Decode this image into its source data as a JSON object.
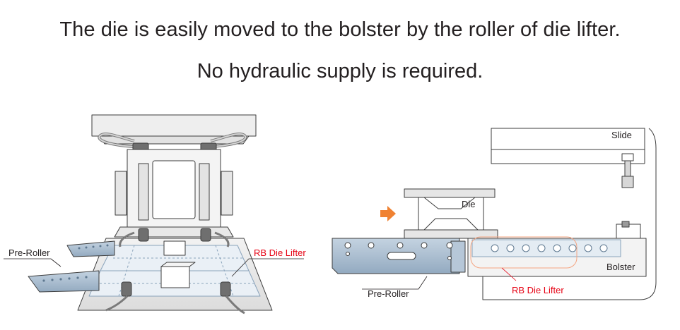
{
  "headline": {
    "line1": "The die is easily moved to the bolster by the roller of die lifter.",
    "line2": "No hydraulic supply is required."
  },
  "left_diagram": {
    "pre_roller_label": "Pre-Roller",
    "die_lifter_label": "RB Die Lifter"
  },
  "right_diagram": {
    "slide_label": "Slide",
    "die_label": "Die",
    "bolster_label": "Bolster",
    "pre_roller_label": "Pre-Roller",
    "die_lifter_label": "RB Die Lifter"
  },
  "colors": {
    "outline": "#3c3c3c",
    "machine_gray": "#e8e8e8",
    "steel_blue": "#a9bdd0",
    "accent_orange": "#f08232",
    "label_red": "#e60012"
  }
}
